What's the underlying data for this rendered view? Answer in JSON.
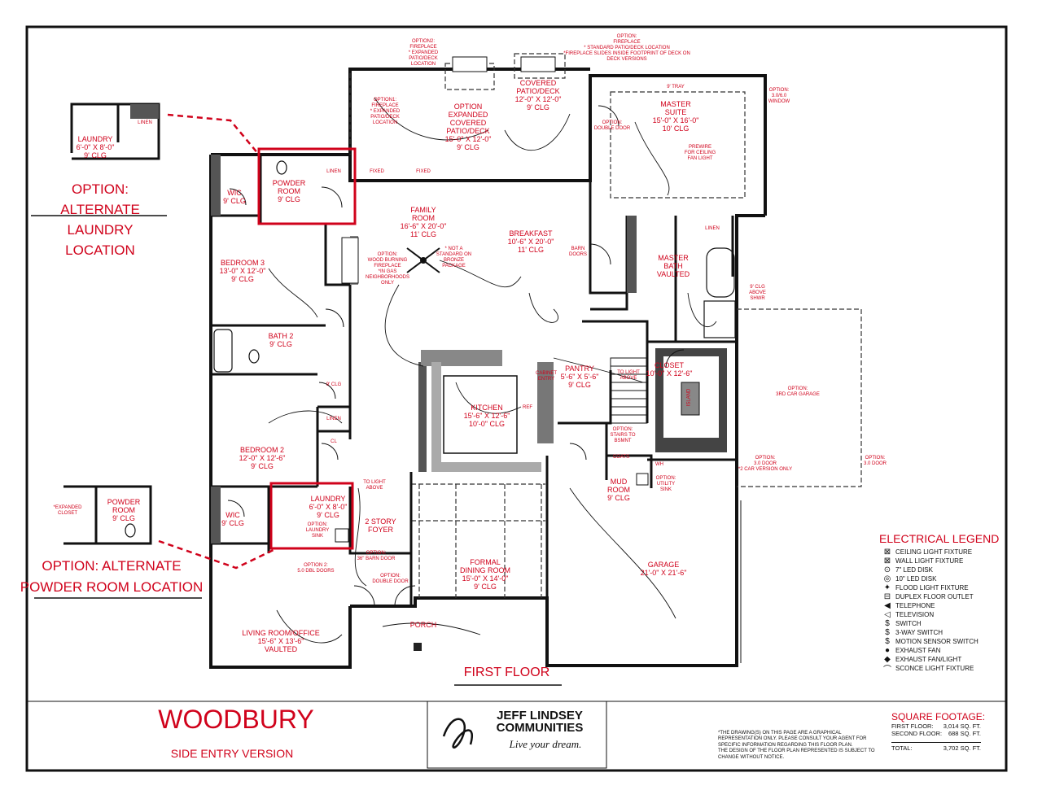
{
  "plan": {
    "name": "WOODBURY",
    "version": "SIDE ENTRY VERSION",
    "floor_label": "FIRST FLOOR"
  },
  "options": {
    "alt_laundry_title": "OPTION: ALTERNATE\nLAUNDRY LOCATION",
    "alt_powder_title": "OPTION: ALTERNATE\nPOWDER ROOM LOCATION",
    "fireplace_option1": "OPTION1:\nFIREPLACE\n* EXPANDED\nPATIO/DECK\nLOCATION",
    "fireplace_option2": "OPTION2:\nFIREPLACE\n* EXPANDED\nPATIO/DECK\nLOCATION",
    "fireplace_option_top": "OPTION:\nFIREPLACE\n* STANDARD PATIO/DECK LOCATION\n*FIREPLACE SLIDES INSIDE FOOTPRINT OF DECK ON\nDECK VERSIONS",
    "window_option": "OPTION:\n3.0/6.0\nWINDOW",
    "double_door_option": "OPTION:\nDOUBLE DOOR",
    "wood_fireplace_option": "OPTION:\nWOOD BURNING\nFIREPLACE\n*IN GAS\nNEIGHBORHOODS\nONLY",
    "bronze_note": "* NOT A\nSTANDARD ON\nBRONZE\nPACKAGE",
    "barn_doors": "BARN\nDOORS",
    "prewire": "PREWIRE\nFOR CEILING\nFAN LIGHT",
    "tray": "9' TRAY",
    "above_shwr": "9' CLG\nABOVE\nSHWR",
    "garage_3rd": "OPTION:\n3RD CAR GARAGE",
    "door_3_0": "OPTION:\n3.0 DOOR",
    "door_3_0_b": "OPTION:\n3.0 DOOR\n*2 CAR VERSION ONLY",
    "stairs_bsmnt": "OPTION:\nSTAIRS TO\nBSMNT",
    "utility_sink": "OPTION:\nUTILITY\nSINK",
    "laundry_sink": "OPTION:\nLAUNDRY\nSINK",
    "barn_door_36": "OPTION:\n36\" BARN DOOR",
    "double_door_2": "OPTION:\nDOUBLE DOOR",
    "dbl_doors_5": "OPTION 2:\n5.0 DBL DOORS",
    "to_light_above": "TO LIGHT\nABOVE",
    "to_light_above_2": "TO LIGHT\nABOVE",
    "fixed": "FIXED",
    "expanded_closet": "*EXPANDED\nCLOSET"
  },
  "rooms": {
    "wic_top": "WIC\n9' CLG",
    "powder_room": "POWDER\nROOM\n9' CLG",
    "linen_top": "LINEN",
    "family_room": "FAMILY\nROOM\n16'-6\" X 20'-0\"\n11' CLG",
    "option_covered": "OPTION\nEXPANDED\nCOVERED\nPATIO/DECK\n15'-0\" X 12'-0\"\n9' CLG",
    "covered_patio": "COVERED\nPATIO/DECK\n12'-0\" X 12'-0\"\n9' CLG",
    "master_suite": "MASTER\nSUITE\n15'-0\" X 16'-0\"\n10' CLG",
    "breakfast": "BREAKFAST\n10'-6\" X 20'-0\"\n11' CLG",
    "bedroom3": "BEDROOM 3\n13'-0\" X 12'-0\"\n9' CLG",
    "bath2": "BATH 2\n9' CLG",
    "master_bath": "MASTER\nBATH\nVAULTED",
    "linen_mb": "LINEN",
    "kitchen": "KITCHEN\n15'-6\" X 12'-6\"\n10'-0\" CLG",
    "cabinet_entry": "CABINET\nENTRY",
    "pantry": "PANTRY\n5'-6\" X 5'-6\"\n9' CLG",
    "closet": "CLOSET\n10'-0\" X 12'-6\"",
    "island": "ISLAND",
    "ref": "REF",
    "bedroom2": "BEDROOM 2\n12'-0\" X 12'-6\"\n9' CLG",
    "linen_mid": "LINEN",
    "cl": "CL",
    "wic_bottom": "WIC\n9' CLG",
    "laundry": "LAUNDRY\n6'-0\" X 8'-0\"\n9' CLG",
    "foyer": "2 STORY\nFOYER",
    "dining": "FORMAL\nDINING ROOM\n15'-0\" X 14'-0\"\n9' CLG",
    "mud_room": "MUD\nROOM\n9' CLG",
    "coats": "COATS",
    "wh": "WH",
    "garage": "GARAGE\n21'-0\" X 21'-6\"",
    "porch": "PORCH",
    "living": "LIVING ROOM/OFFICE\n15'-6\" X 13'-6\"\nVAULTED",
    "inset_laundry": "LAUNDRY\n6'-0\" X 8'-0\"\n9' CLG",
    "inset_linen": "LINEN",
    "inset_powder": "POWDER\nROOM\n9' CLG",
    "clg_9": "9' CLG"
  },
  "legend": {
    "title": "ELECTRICAL LEGEND",
    "items": [
      {
        "icon": "ceiling-light-icon",
        "glyph": "⊠",
        "label": "CEILING LIGHT FIXTURE"
      },
      {
        "icon": "wall-light-icon",
        "glyph": "⊠",
        "label": "WALL LIGHT FIXTURE"
      },
      {
        "icon": "led-7-icon",
        "glyph": "⊙",
        "label": "7\" LED DISK"
      },
      {
        "icon": "led-10-icon",
        "glyph": "◎",
        "label": "10\" LED DISK"
      },
      {
        "icon": "flood-light-icon",
        "glyph": "✦",
        "label": "FLOOD LIGHT FIXTURE"
      },
      {
        "icon": "floor-outlet-icon",
        "glyph": "⊟",
        "label": "DUPLEX FLOOR OUTLET"
      },
      {
        "icon": "telephone-icon",
        "glyph": "◀",
        "label": "TELEPHONE"
      },
      {
        "icon": "television-icon",
        "glyph": "◁",
        "label": "TELEVISION"
      },
      {
        "icon": "switch-icon",
        "glyph": "$",
        "label": "SWITCH"
      },
      {
        "icon": "three-way-switch-icon",
        "glyph": "$",
        "label": "3-WAY SWITCH"
      },
      {
        "icon": "motion-switch-icon",
        "glyph": "$",
        "label": "MOTION SENSOR SWITCH"
      },
      {
        "icon": "exhaust-fan-icon",
        "glyph": "●",
        "label": "EXHAUST FAN"
      },
      {
        "icon": "exhaust-fan-light-icon",
        "glyph": "◆",
        "label": "EXHAUST FAN/LIGHT"
      },
      {
        "icon": "sconce-light-icon",
        "glyph": "⌒",
        "label": "SCONCE LIGHT FIXTURE"
      }
    ]
  },
  "square_footage": {
    "title": "SQUARE FOOTAGE:",
    "rows": [
      {
        "label": "FIRST FLOOR:",
        "value": "3,014 SQ. FT."
      },
      {
        "label": "SECOND FLOOR:",
        "value": "688 SQ. FT."
      },
      {
        "label": "TOTAL:",
        "value": "3,702 SQ. FT."
      }
    ]
  },
  "brand": {
    "line1": "JEFF LINDSEY",
    "line2": "COMMUNITIES",
    "tagline": "Live your dream."
  },
  "disclaimer": "*THE DRAWING(S) ON THIS PAGE ARE A GRAPHICAL\nREPRESENTATION ONLY. PLEASE CONSULT YOUR AGENT FOR\nSPECIFIC INFORMATION REGARDING THIS FLOOR PLAN.\nTHE DESIGN OF THE FLOOR PLAN REPRESENTED IS SUBJECT TO\nCHANGE WITHOUT NOTICE."
}
